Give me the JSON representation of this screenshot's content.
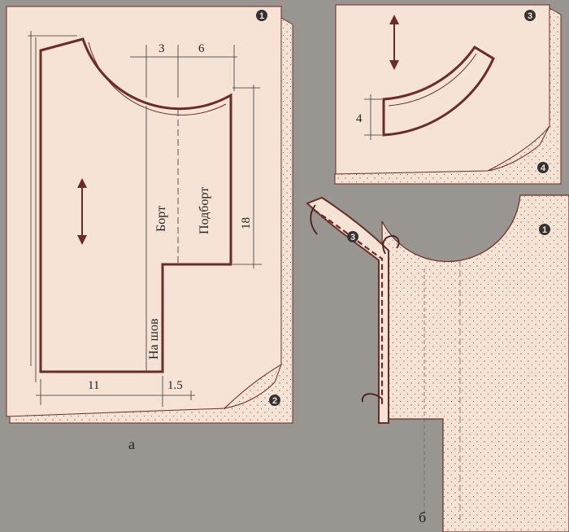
{
  "colors": {
    "background": "#999590",
    "paper": "#f6e3d6",
    "outline": "#6a2c28",
    "dim_line": "#333333",
    "dots": "#8a6a60"
  },
  "panel_a": {
    "caption": "а",
    "badges": [
      "1",
      "2"
    ],
    "dims": {
      "top_left": "3",
      "top_right": "6",
      "right": "18",
      "bottom_left": "11",
      "bottom_right": "1.5"
    },
    "labels": {
      "bort": "Борт",
      "podbort": "Подборт",
      "na_shov": "На шов"
    }
  },
  "panel_top_right": {
    "badges": [
      "3",
      "4"
    ],
    "dims": {
      "left": "4"
    }
  },
  "panel_b": {
    "caption": "б",
    "badges": [
      "3",
      "1"
    ]
  }
}
